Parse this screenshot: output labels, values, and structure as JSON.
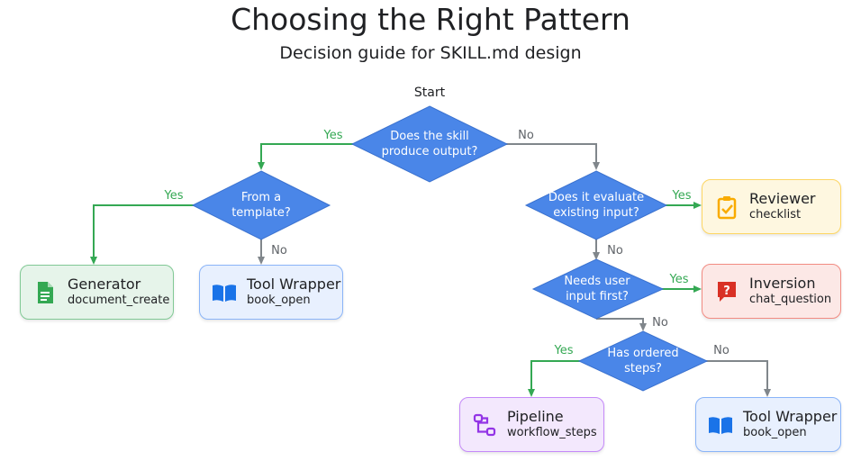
{
  "title": "Choosing the Right Pattern",
  "subtitle": "Decision guide for SKILL.md design",
  "start_label": "Start",
  "decisions": [
    {
      "id": "produce-output",
      "lines": [
        "Does the skill",
        "produce output?"
      ]
    },
    {
      "id": "from-template",
      "lines": [
        "From a",
        "template?"
      ]
    },
    {
      "id": "evaluate-input",
      "lines": [
        "Does it evaluate",
        "existing input?"
      ]
    },
    {
      "id": "needs-user-input",
      "lines": [
        "Needs user",
        "input first?"
      ]
    },
    {
      "id": "ordered-steps",
      "lines": [
        "Has ordered",
        "steps?"
      ]
    }
  ],
  "edge_labels": {
    "yes": "Yes",
    "no": "No"
  },
  "outcomes": {
    "generator": {
      "name": "Generator",
      "icon": "document_create"
    },
    "tool_wrapper_left": {
      "name": "Tool Wrapper",
      "icon": "book_open"
    },
    "reviewer": {
      "name": "Reviewer",
      "icon": "checklist"
    },
    "inversion": {
      "name": "Inversion",
      "icon": "chat_question"
    },
    "pipeline": {
      "name": "Pipeline",
      "icon": "workflow_steps"
    },
    "tool_wrapper_right": {
      "name": "Tool Wrapper",
      "icon": "book_open"
    }
  },
  "colors": {
    "diamond": "#4a86e8",
    "yes_edge": "#34a853",
    "no_edge": "#80868b"
  }
}
